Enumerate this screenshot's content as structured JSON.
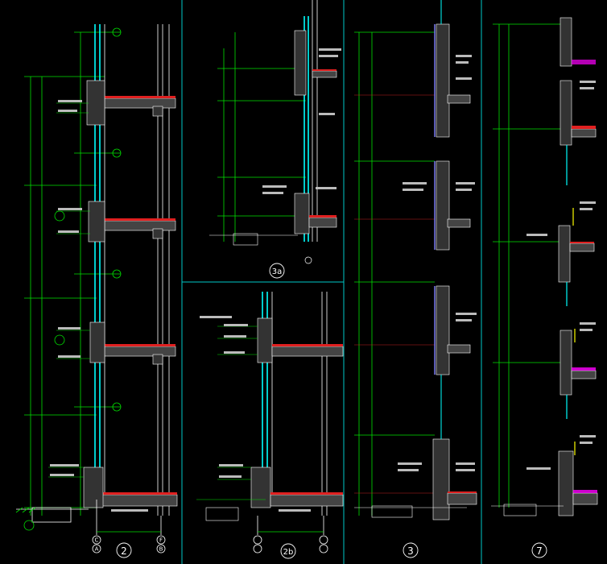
{
  "colors": {
    "background": "#000000",
    "frame": "#00c8c8",
    "dimension": "#00e000",
    "wall_outline": "#ffffff",
    "cladding": "#00ffff",
    "slab_hatch": "#a0a0a0",
    "slab_top": "#e02020",
    "insulation": "#8080ff",
    "leader_text": "#e0e0e0",
    "accent_magenta": "#ff00ff",
    "accent_yellow": "#ffff00"
  },
  "callouts": {
    "detail_2": "2",
    "detail_3a": "3a",
    "detail_2b": "2b",
    "detail_3": "3",
    "detail_7": "7"
  },
  "grid_axes": {
    "sheet_bottom_left": [
      "C",
      "A"
    ],
    "sheet_bottom_right": [
      "F",
      "B"
    ]
  },
  "icons": {
    "section_marker": "circle-callout",
    "grid_bubble": "circle-axis-bubble",
    "elevation_mark": "triangle-elevation"
  }
}
